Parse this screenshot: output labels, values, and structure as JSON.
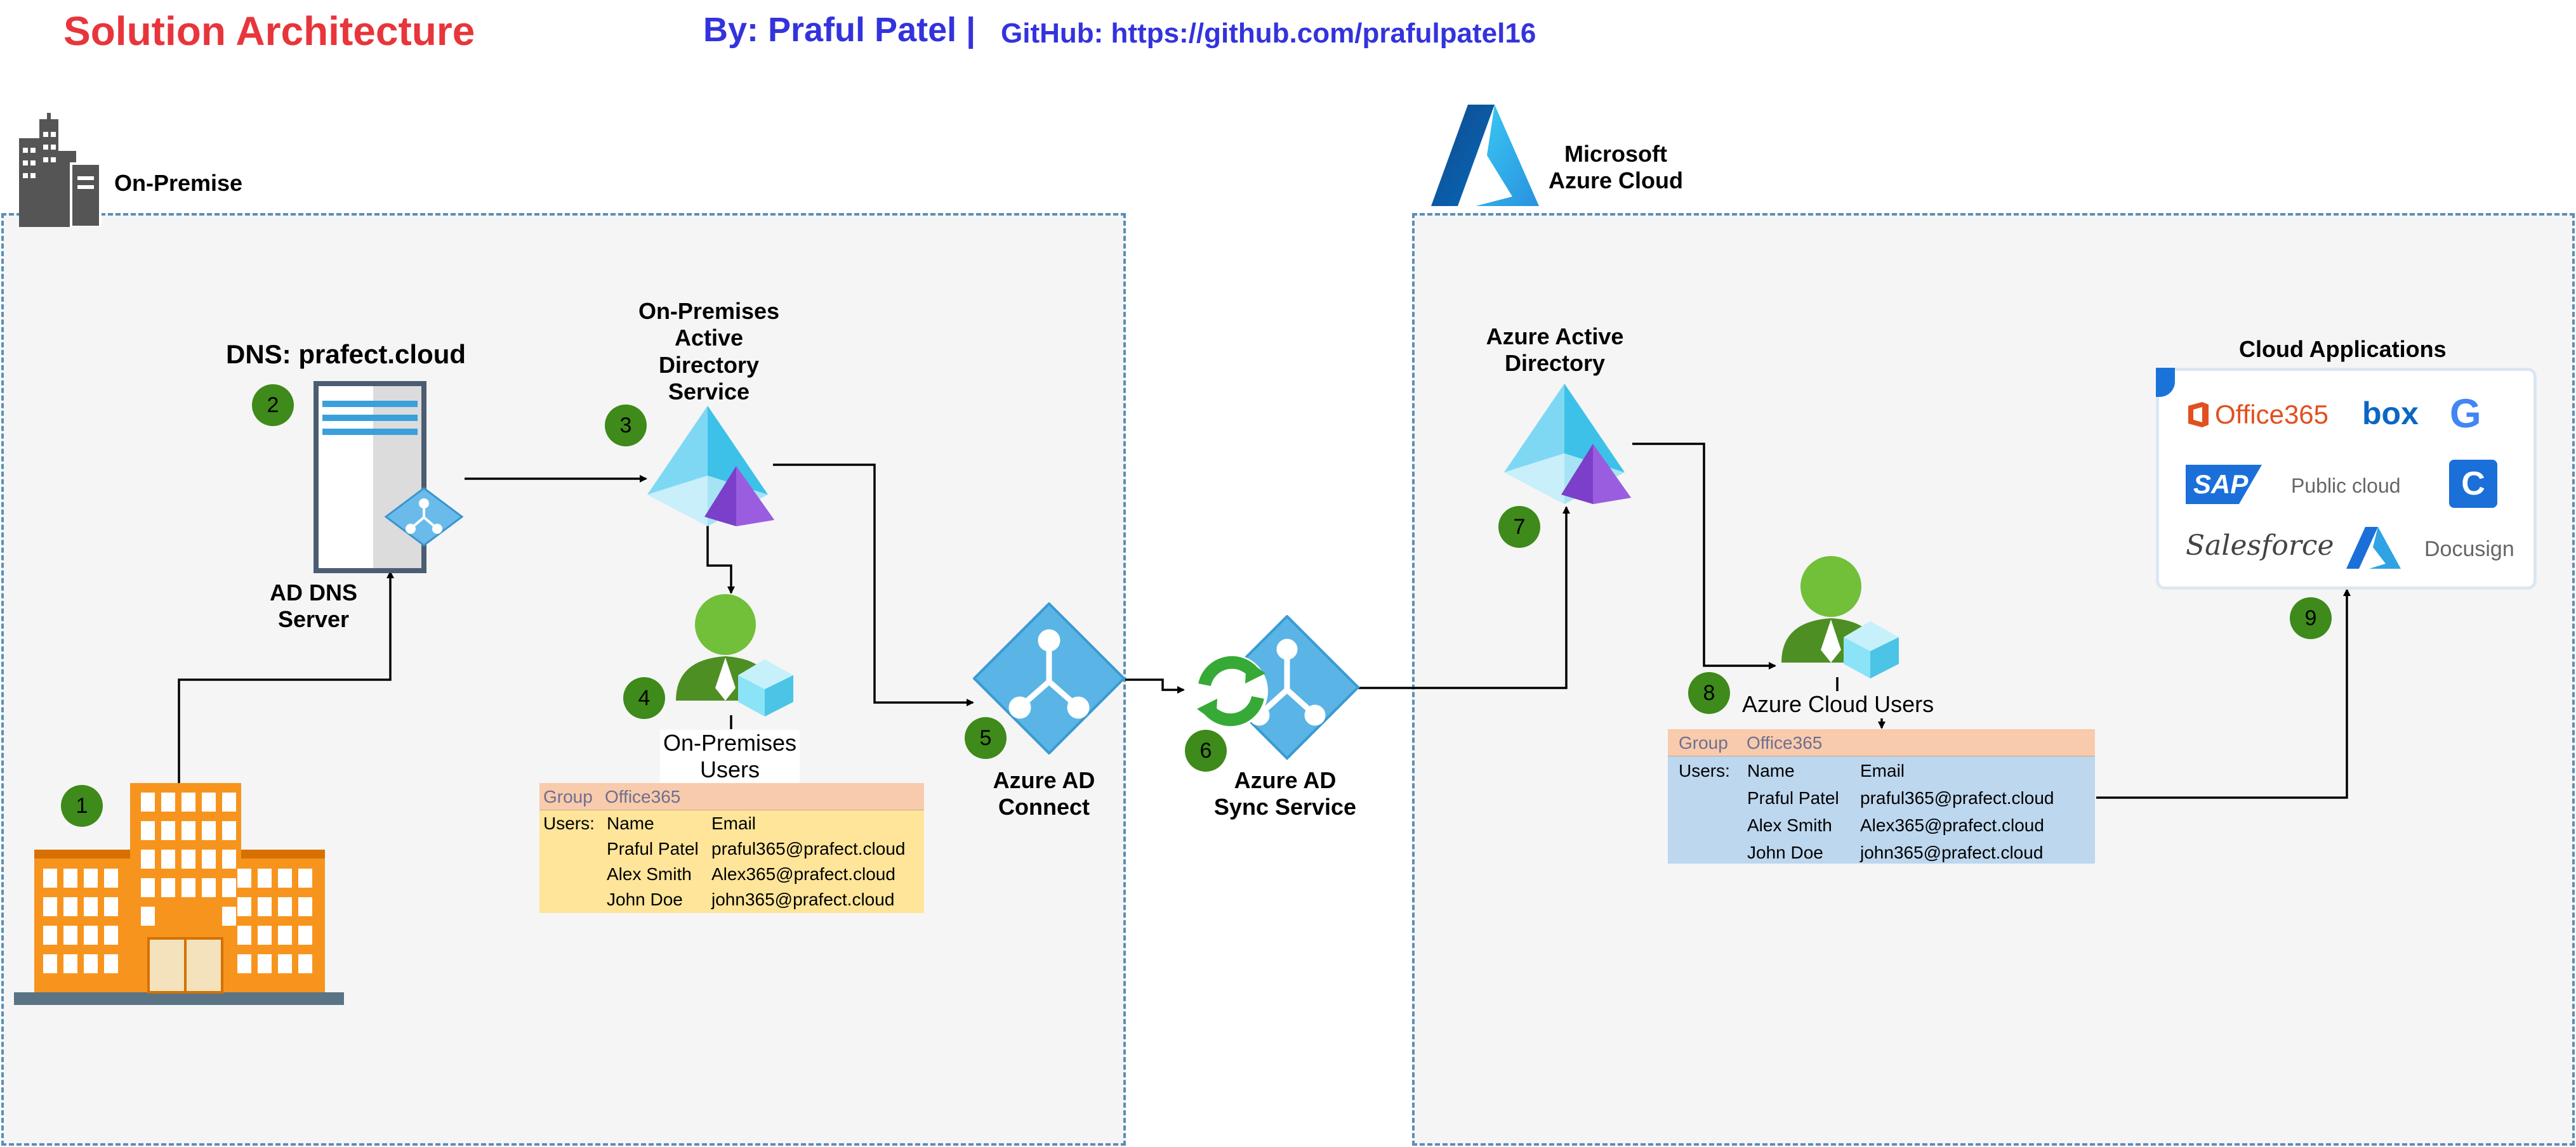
{
  "header": {
    "title": "Solution Architecture",
    "author": "By: Praful Patel |",
    "github": "GitHub: https://github.com/prafulpatel16"
  },
  "zones": {
    "onprem": "On-Premise",
    "azure_line1": "Microsoft",
    "azure_line2": "Azure Cloud"
  },
  "nodes": {
    "dns_title": "DNS: prafect.cloud",
    "ad_dns_1": "AD DNS",
    "ad_dns_2": "Server",
    "onprem_ad_1": "On-Premises",
    "onprem_ad_2": "Active",
    "onprem_ad_3": "Directory",
    "onprem_ad_4": "Service",
    "onprem_users_1": "On-Premises",
    "onprem_users_2": "Users",
    "ad_connect_1": "Azure AD",
    "ad_connect_2": "Connect",
    "ad_sync_1": "Azure AD",
    "ad_sync_2": "Sync Service",
    "azure_ad_1": "Azure Active",
    "azure_ad_2": "Directory",
    "cloud_users": "Azure Cloud Users",
    "cloud_apps": "Cloud Applications"
  },
  "badges": [
    "1",
    "2",
    "3",
    "4",
    "5",
    "6",
    "7",
    "8",
    "9"
  ],
  "onprem_table": {
    "group_label": "Group",
    "group_value": "Office365",
    "users_label": "Users:",
    "col_name": "Name",
    "col_email": "Email",
    "rows": [
      {
        "name": "Praful Patel",
        "email": "praful365@prafect.cloud"
      },
      {
        "name": "Alex Smith",
        "email": "Alex365@prafect.cloud"
      },
      {
        "name": "John Doe",
        "email": "john365@prafect.cloud"
      }
    ]
  },
  "cloud_table": {
    "group_label": "Group",
    "group_value": "Office365",
    "users_label": "Users:",
    "col_name": "Name",
    "col_email": "Email",
    "rows": [
      {
        "name": "Praful Patel",
        "email": "praful365@prafect.cloud"
      },
      {
        "name": "Alex Smith",
        "email": "Alex365@prafect.cloud"
      },
      {
        "name": "John Doe",
        "email": "john365@prafect.cloud"
      }
    ]
  },
  "apps": {
    "office": "Office365",
    "box": "box",
    "google": "G",
    "sap": "SAP",
    "public_cloud": "Public cloud",
    "c": "C",
    "salesforce": "Salesforce",
    "docusign": "Docusign"
  },
  "colors": {
    "title_red": "#e8353b",
    "author_blue": "#3333dd",
    "badge_green": "#3e8a1a",
    "zone_border": "#5b8fb5",
    "zone_fill": "#f5f5f5",
    "onprem_table_fill": "#ffe599",
    "onprem_table_header": "#f8cbad",
    "cloud_table_fill": "#bdd7ee",
    "cloud_table_header": "#f8cbad"
  }
}
